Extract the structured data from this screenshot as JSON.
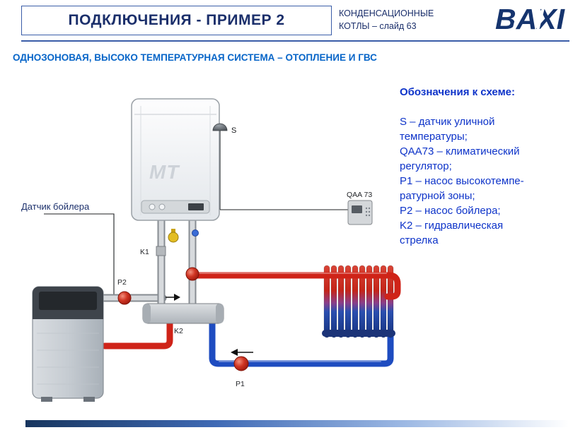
{
  "header": {
    "title": "ПОДКЛЮЧЕНИЯ - ПРИМЕР 2",
    "slide_info": {
      "line1": "КОНДЕНСАЦИОННЫЕ",
      "line2": "КОТЛЫ – слайд 63"
    },
    "logo": "BAXI"
  },
  "subtitle": "ОДНОЗОНОВАЯ, ВЫСОКО ТЕМПЕРАТУРНАЯ СИСТЕМА – ОТОПЛЕНИЕ И ГВС",
  "legend": {
    "title": "Обозначения к схеме:",
    "lines": [
      "S – датчик уличной",
      "температуры;",
      "QAA73 – климатический",
      "регулятор;",
      "P1 – насос высокотемпе-",
      "ратурной зоны;",
      "P2 – насос бойлера;",
      "K2 – гидравлическая",
      "стрелка"
    ]
  },
  "diagram": {
    "labels": {
      "boiler_sensor": "Датчик бойлера",
      "outdoor_sensor": "S",
      "controller": "QAA 73",
      "k1": "K1",
      "p1": "P1",
      "p2": "P2",
      "k2": "K2"
    },
    "watermark": "MT"
  },
  "colors": {
    "header_navy": "#1B2F6B",
    "divider_blue": "#3A5DA8",
    "subtitle_blue": "#0765C8",
    "legend_blue": "#0D33C9",
    "logo_navy": "#15346E",
    "pipe_red": "#CF2318",
    "pipe_blue": "#1E4CC0"
  }
}
